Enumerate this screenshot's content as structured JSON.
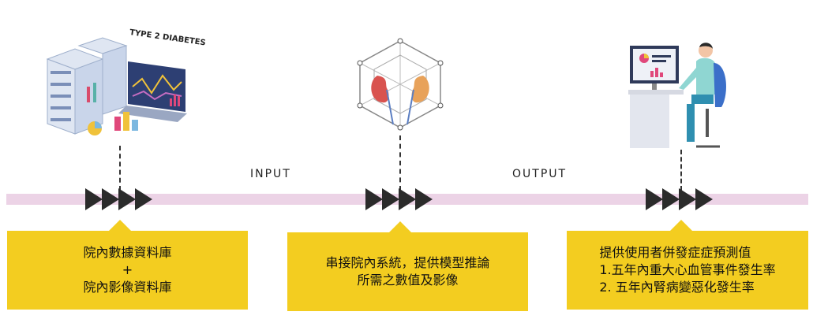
{
  "illustration_left": {
    "caption": "TYPE 2 DIABETES",
    "icon": "server-and-chart-illustration-icon"
  },
  "illustration_middle": {
    "icon": "kidney-cube-illustration-icon"
  },
  "illustration_right": {
    "icon": "doctor-at-computer-illustration-icon"
  },
  "flow": {
    "input_label": "INPUT",
    "output_label": "OUTPUT"
  },
  "colors": {
    "band": "#ecd3e6",
    "box": "#f3cd20",
    "arrow": "#2b2b2b"
  },
  "boxes": {
    "left": {
      "line1": "院內數據資料庫",
      "line2": "+",
      "line3": "院內影像資料庫"
    },
    "middle": {
      "line1": "串接院內系統，提供模型推論",
      "line2": "所需之數值及影像"
    },
    "right": {
      "line1": "提供使用者併發症症預測值",
      "line2": "1.五年內重大心血管事件發生率",
      "line3": "2. 五年內腎病變惡化發生率"
    }
  }
}
